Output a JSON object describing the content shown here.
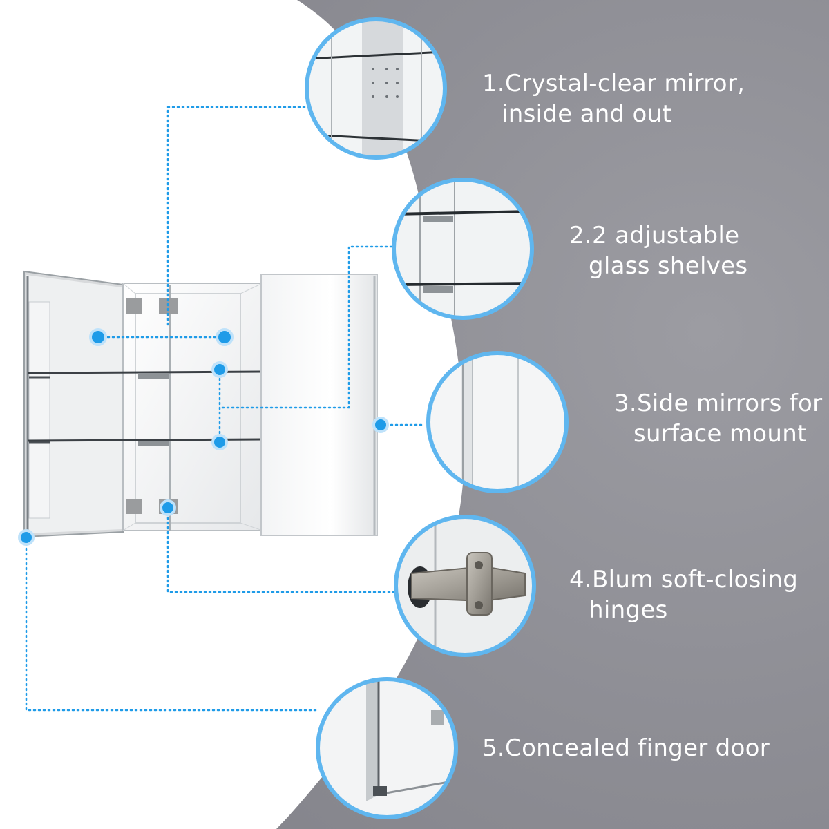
{
  "colors": {
    "background": "#8e8e95",
    "accent": "#1e9be8",
    "callout_ring": "#5fb6ef",
    "text": "#ffffff"
  },
  "features": [
    {
      "line1": "1.Crystal-clear mirror,",
      "line2": "inside and out",
      "image": "mirror-shelf-closeup"
    },
    {
      "line1": "2.2 adjustable",
      "line2": "glass shelves",
      "image": "glass-shelves-closeup"
    },
    {
      "line1": "3.Side mirrors for",
      "line2": "surface mount",
      "image": "side-mirror-closeup"
    },
    {
      "line1": "4.Blum soft-closing",
      "line2": "hinges",
      "image": "hinge-closeup"
    },
    {
      "line1": "5.Concealed finger door",
      "line2": "",
      "image": "finger-door-closeup"
    }
  ],
  "product": {
    "image": "medicine-cabinet-open-door"
  }
}
